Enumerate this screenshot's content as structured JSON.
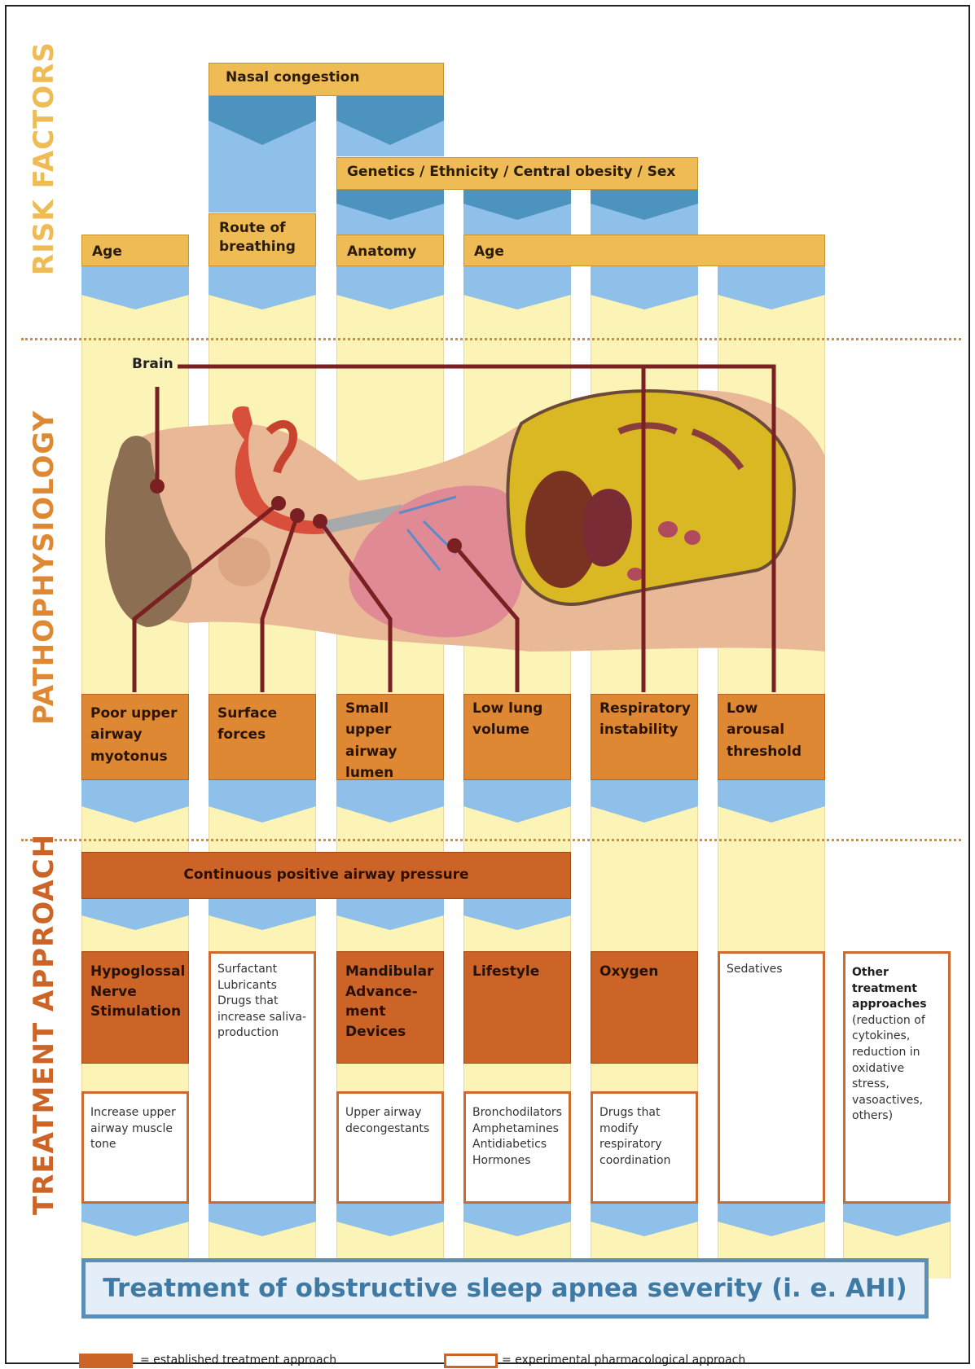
{
  "sections": {
    "risk": "RISK FACTORS",
    "patho": "PATHOPHYSIOLOGY",
    "treatment": "TREATMENT APPROACH"
  },
  "colors": {
    "risk": "#eebb55",
    "patho": "#de8833",
    "treatment": "#cc6428",
    "column": "#fbf4b6",
    "arrow_light": "#8fc0ea",
    "arrow_dark": "#4d93c0",
    "outcome_border": "#5b8fb5"
  },
  "risk_factors": {
    "nasal": "Nasal congestion",
    "genetics": "Genetics / Ethnicity / Central obesity / Sex",
    "age1": "Age",
    "route": "Route of breathing",
    "anatomy": "Anatomy",
    "age2": "Age"
  },
  "brain_label": "Brain",
  "pathophysiology": [
    "Poor upper airway myotonus",
    "Surface forces",
    "Small upper airway lumen",
    "Low lung volume",
    "Respiratory instability",
    "Low arousal threshold"
  ],
  "cpap": "Continuous positive airway pressure",
  "established": {
    "hns": "Hypoglossal Nerve Stimulation",
    "mad": "Mandibular Advance-ment Devices",
    "lifestyle": "Lifestyle",
    "oxygen": "Oxygen"
  },
  "experimental": {
    "surfactant": "Surfactant Lubricants Drugs that increase saliva-production",
    "sedatives": "Sedatives",
    "other_head": "Other treatment approaches",
    "other_body": "(reduction of cytokines, reduction in oxidative stress, vasoactives, others)",
    "muscle": "Increase upper airway muscle tone",
    "decongest": "Upper airway decongestants",
    "broncho": "Bronchodilators Amphetamines Antidiabetics Hormones",
    "resp": "Drugs that modify respiratory coordination"
  },
  "outcome": "Treatment of obstructive sleep apnea severity (i. e. AHI)",
  "legend": {
    "established": "= established treatment approach",
    "experimental": "= experimental pharmacological approach"
  }
}
